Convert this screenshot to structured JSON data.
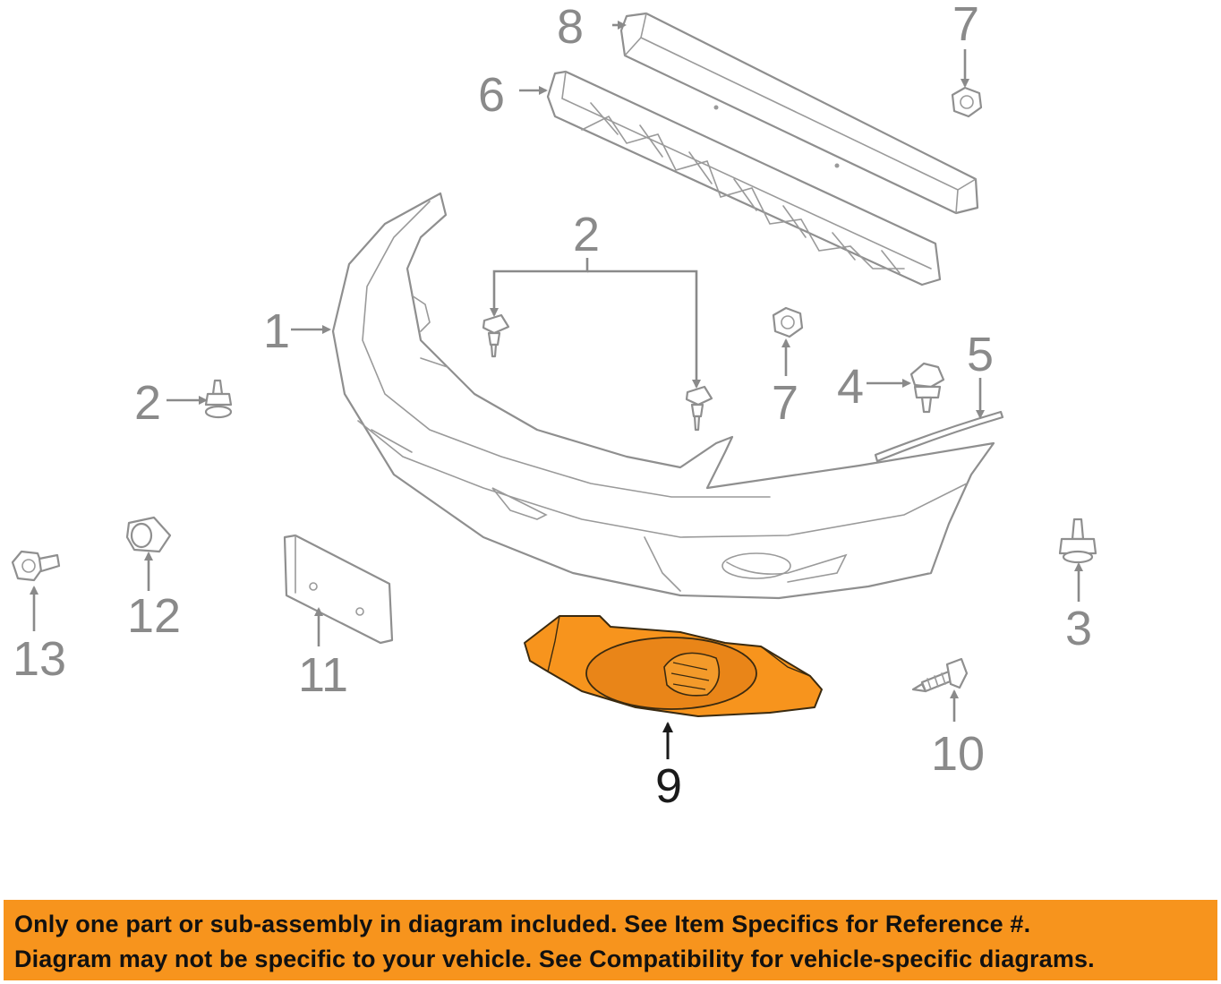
{
  "callouts": {
    "c1": "1",
    "c2_top": "2",
    "c2_left": "2",
    "c3": "3",
    "c4": "4",
    "c5": "5",
    "c6": "6",
    "c7_top": "7",
    "c7_mid": "7",
    "c8": "8",
    "c9": "9",
    "c10": "10",
    "c11": "11",
    "c12": "12",
    "c13": "13"
  },
  "banner": {
    "line1": "Only one part or sub-assembly in diagram included. See Item Specifics for Reference #.",
    "line2": "Diagram may not be specific to your vehicle. See Compatibility for vehicle-specific diagrams."
  },
  "colors": {
    "highlight_part": "#f7941d",
    "banner": "#f7941d",
    "line_art": "#8f8f8f",
    "callout_text": "#8a8a8a"
  }
}
